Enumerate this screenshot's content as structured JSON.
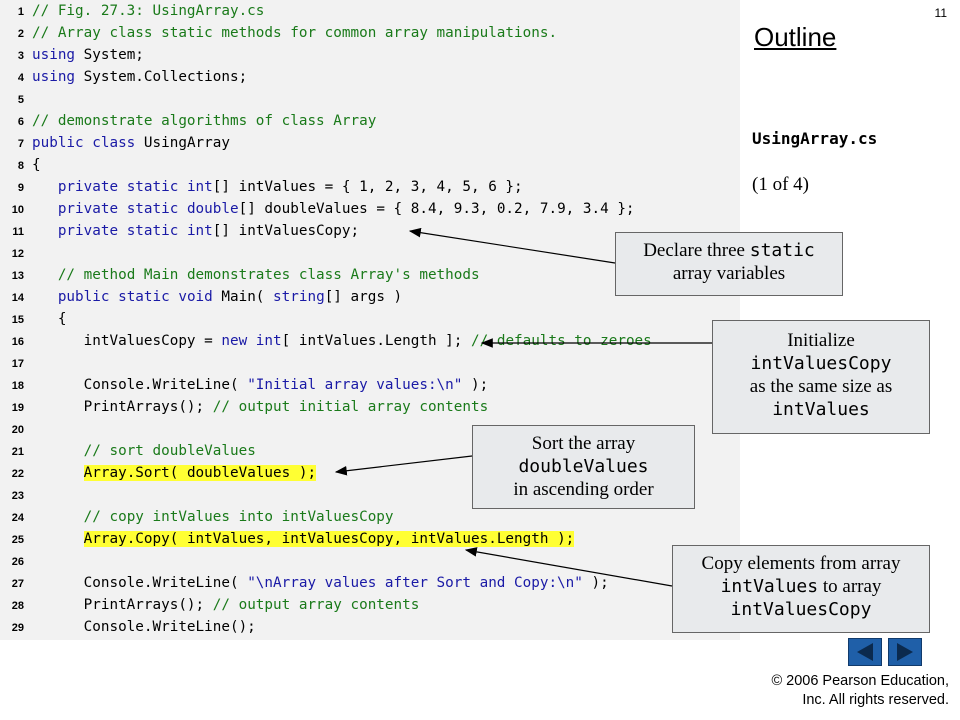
{
  "slide": {
    "page_number": "11",
    "outline_title": "Outline",
    "file_name": "UsingArray.cs",
    "page_of": "(1 of 4)",
    "copyright_line1": "© 2006 Pearson Education,",
    "copyright_line2": "Inc. All rights reserved."
  },
  "code": [
    {
      "n": "1",
      "spans": [
        [
          "cm",
          "// Fig. 27.3: UsingArray.cs"
        ]
      ]
    },
    {
      "n": "2",
      "spans": [
        [
          "cm",
          "// Array class static methods for common array manipulations."
        ]
      ]
    },
    {
      "n": "3",
      "spans": [
        [
          "kw",
          "using"
        ],
        [
          "",
          " System;"
        ]
      ]
    },
    {
      "n": "4",
      "spans": [
        [
          "kw",
          "using"
        ],
        [
          "",
          " System.Collections;"
        ]
      ]
    },
    {
      "n": "5",
      "spans": []
    },
    {
      "n": "6",
      "spans": [
        [
          "cm",
          "// demonstrate algorithms of class Array"
        ]
      ]
    },
    {
      "n": "7",
      "spans": [
        [
          "kw",
          "public class"
        ],
        [
          "",
          " UsingArray"
        ]
      ]
    },
    {
      "n": "8",
      "spans": [
        [
          "",
          "{"
        ]
      ]
    },
    {
      "n": "9",
      "spans": [
        [
          "",
          "   "
        ],
        [
          "kw",
          "private static int"
        ],
        [
          "",
          "[] intValues = { 1, 2, 3, 4, 5, 6 };"
        ]
      ]
    },
    {
      "n": "10",
      "spans": [
        [
          "",
          "   "
        ],
        [
          "kw",
          "private static double"
        ],
        [
          "",
          "[] doubleValues = { 8.4, 9.3, 0.2, 7.9, 3.4 };"
        ]
      ]
    },
    {
      "n": "11",
      "spans": [
        [
          "",
          "   "
        ],
        [
          "kw",
          "private static int"
        ],
        [
          "",
          "[] intValuesCopy;"
        ]
      ]
    },
    {
      "n": "12",
      "spans": []
    },
    {
      "n": "13",
      "spans": [
        [
          "",
          "   "
        ],
        [
          "cm",
          "// method Main demonstrates class Array's methods"
        ]
      ]
    },
    {
      "n": "14",
      "spans": [
        [
          "",
          "   "
        ],
        [
          "kw",
          "public static void"
        ],
        [
          "",
          " Main( "
        ],
        [
          "kw",
          "string"
        ],
        [
          "",
          "[] args )"
        ]
      ]
    },
    {
      "n": "15",
      "spans": [
        [
          "",
          "   {"
        ]
      ]
    },
    {
      "n": "16",
      "spans": [
        [
          "",
          "      intValuesCopy = "
        ],
        [
          "kw",
          "new int"
        ],
        [
          "",
          "[ intValues.Length ]; "
        ],
        [
          "cm",
          "// defaults to zeroes"
        ]
      ]
    },
    {
      "n": "17",
      "spans": []
    },
    {
      "n": "18",
      "spans": [
        [
          "",
          "      Console.WriteLine( "
        ],
        [
          "str",
          "\"Initial array values:\\n\""
        ],
        [
          "",
          " );"
        ]
      ]
    },
    {
      "n": "19",
      "spans": [
        [
          "",
          "      PrintArrays(); "
        ],
        [
          "cm",
          "// output initial array contents"
        ]
      ]
    },
    {
      "n": "20",
      "spans": []
    },
    {
      "n": "21",
      "spans": [
        [
          "",
          "      "
        ],
        [
          "cm",
          "// sort doubleValues"
        ]
      ]
    },
    {
      "n": "22",
      "spans": [
        [
          "",
          "      "
        ],
        [
          "hl",
          "Array.Sort( doubleValues );"
        ]
      ]
    },
    {
      "n": "23",
      "spans": []
    },
    {
      "n": "24",
      "spans": [
        [
          "",
          "      "
        ],
        [
          "cm",
          "// copy intValues into intValuesCopy"
        ]
      ]
    },
    {
      "n": "25",
      "spans": [
        [
          "",
          "      "
        ],
        [
          "hl",
          "Array.Copy( intValues, intValuesCopy, intValues.Length );"
        ]
      ]
    },
    {
      "n": "26",
      "spans": []
    },
    {
      "n": "27",
      "spans": [
        [
          "",
          "      Console.WriteLine( "
        ],
        [
          "str",
          "\"\\nArray values after Sort and Copy:\\n\""
        ],
        [
          "",
          " );"
        ]
      ]
    },
    {
      "n": "28",
      "spans": [
        [
          "",
          "      PrintArrays(); "
        ],
        [
          "cm",
          "// output array contents"
        ]
      ]
    },
    {
      "n": "29",
      "spans": [
        [
          "",
          "      Console.WriteLine();"
        ]
      ]
    }
  ],
  "callouts": {
    "declare": {
      "t1": "Declare three ",
      "m1": "static",
      "t2": "array variables"
    },
    "initialize": {
      "t1": "Initialize",
      "m1": "intValuesCopy",
      "t2": "as the same size as",
      "m2": "intValues"
    },
    "sort": {
      "t1": "Sort the array",
      "m1": "doubleValues",
      "t2": "in ascending order"
    },
    "copy": {
      "t1": "Copy elements from array",
      "m1": "intValues",
      "t2": " to array",
      "m2": "intValuesCopy"
    }
  },
  "colors": {
    "keyword": "#1a1aa6",
    "comment": "#1a7a1a",
    "highlight": "#ffff33",
    "code_background": "#f2f2f2",
    "callout_background": "#e8eaec",
    "nav_button": "#1f5fa8"
  },
  "icons": {
    "prev": "triangle-left-icon",
    "next": "triangle-right-icon"
  }
}
